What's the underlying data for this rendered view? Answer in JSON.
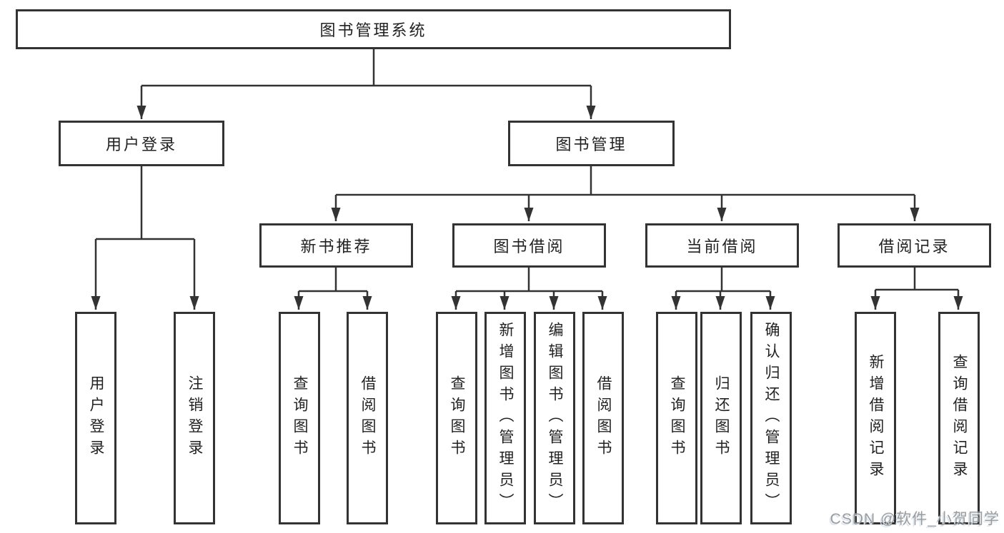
{
  "colors": {
    "line": "#333333",
    "text": "#222222",
    "background": "#ffffff",
    "watermark_text": "#9c9c9c",
    "watermark_shadow": "#d9e6f2"
  },
  "watermark": {
    "text": "CSDN @软件_小贺同学"
  },
  "tree": {
    "root": {
      "label": "图书管理系统"
    },
    "branches": [
      {
        "label": "用户登录",
        "children": [
          {
            "label": "用户登录"
          },
          {
            "label": "注销登录"
          }
        ]
      },
      {
        "label": "图书管理",
        "children": [
          {
            "label": "新书推荐",
            "children": [
              {
                "label": "查询图书"
              },
              {
                "label": "借阅图书"
              }
            ]
          },
          {
            "label": "图书借阅",
            "children": [
              {
                "label": "查询图书"
              },
              {
                "label": "新增图书（管理员）"
              },
              {
                "label": "编辑图书（管理员）"
              },
              {
                "label": "借阅图书"
              }
            ]
          },
          {
            "label": "当前借阅",
            "children": [
              {
                "label": "查询图书"
              },
              {
                "label": "归还图书"
              },
              {
                "label": "确认归还（管理员）"
              }
            ]
          },
          {
            "label": "借阅记录",
            "children": [
              {
                "label": "新增借阅记录"
              },
              {
                "label": "查询借阅记录"
              }
            ]
          }
        ]
      }
    ]
  }
}
